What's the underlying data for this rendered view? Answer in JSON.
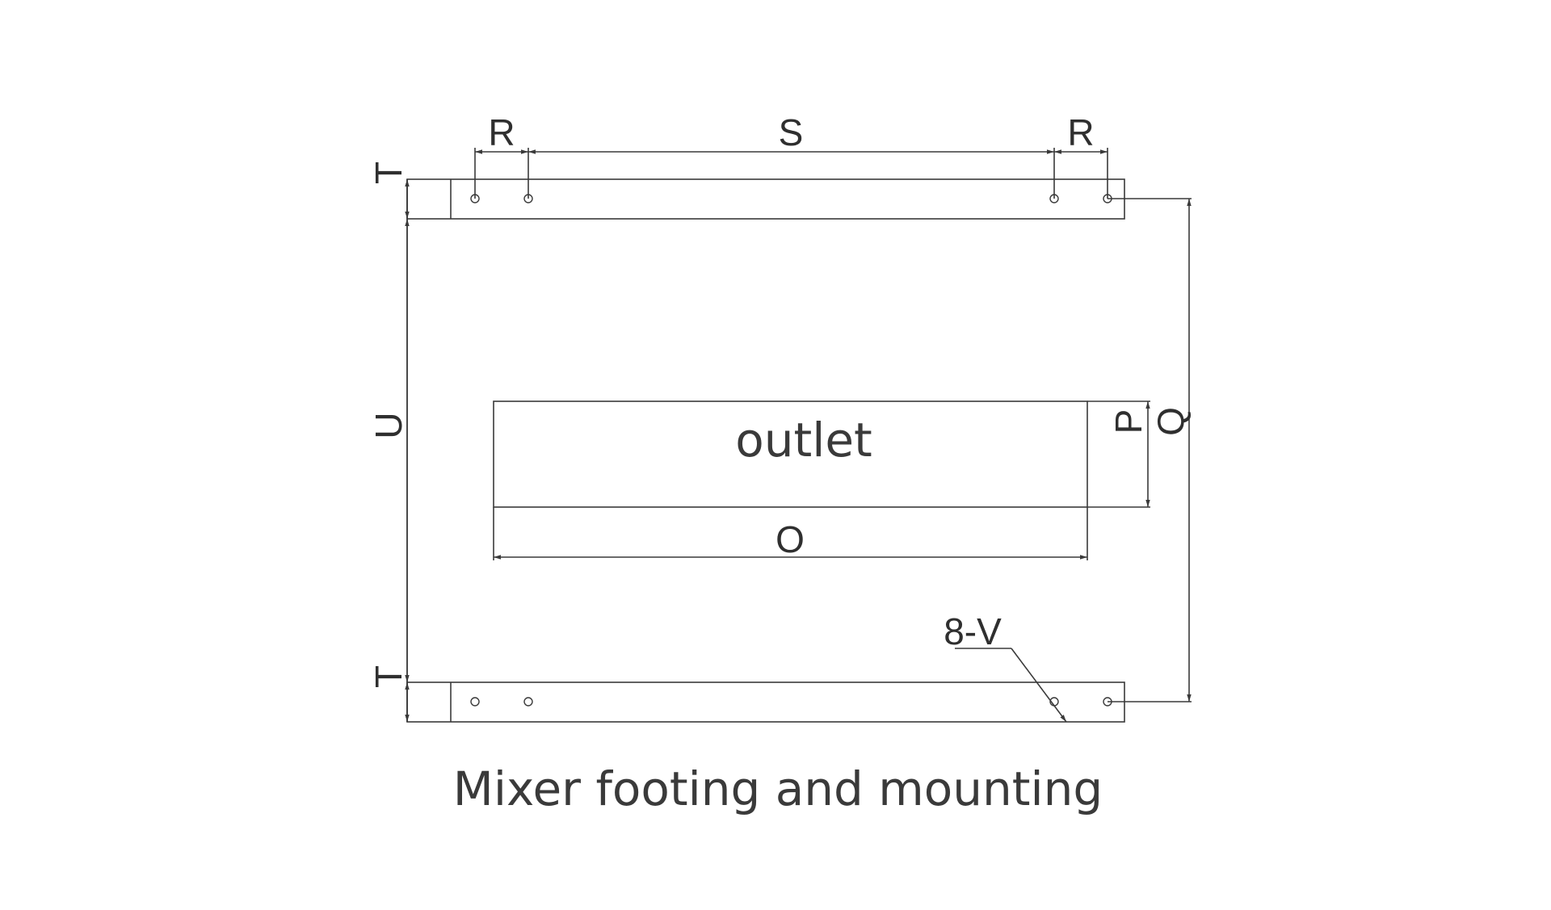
{
  "diagram": {
    "caption": "Mixer footing and mounting",
    "outlet_label": "outlet",
    "hole_callout": "8-V",
    "dimensions": {
      "R": "R",
      "S": "S",
      "T": "T",
      "U": "U",
      "O": "O",
      "P": "P",
      "Q": "Q"
    },
    "colors": {
      "line": "#3a3a3a",
      "text": "#3a3a3a",
      "background": "#ffffff"
    }
  }
}
